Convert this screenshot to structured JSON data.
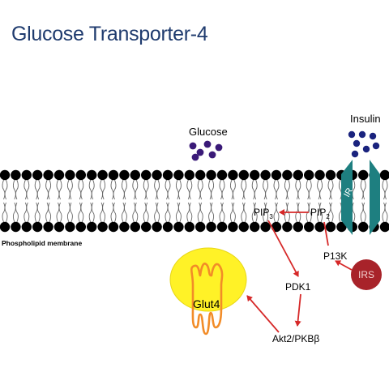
{
  "title": "Glucose Transporter-4",
  "labels": {
    "glucose": "Glucose",
    "insulin": "Insulin",
    "receptor": "IR",
    "membrane": "Phospholipid membrane",
    "pip3_base": "PIP",
    "pip3_sub": "3",
    "pip2_base": "PIP",
    "pip2_sub": "2",
    "p13k": "P13K",
    "irs": "IRS",
    "pdk1": "PDK1",
    "akt": "Akt2/PKBβ",
    "glut4": "Glut4"
  },
  "colors": {
    "title": "#1f3b6e",
    "glucose_dot": "#3a1a78",
    "insulin_dot": "#1a237e",
    "lipid_head": "#000000",
    "receptor": "#1e7f80",
    "arrow": "#d62828",
    "irs": "#a8232a",
    "vesicle": "#fff227",
    "glut4": "#f28c28"
  }
}
